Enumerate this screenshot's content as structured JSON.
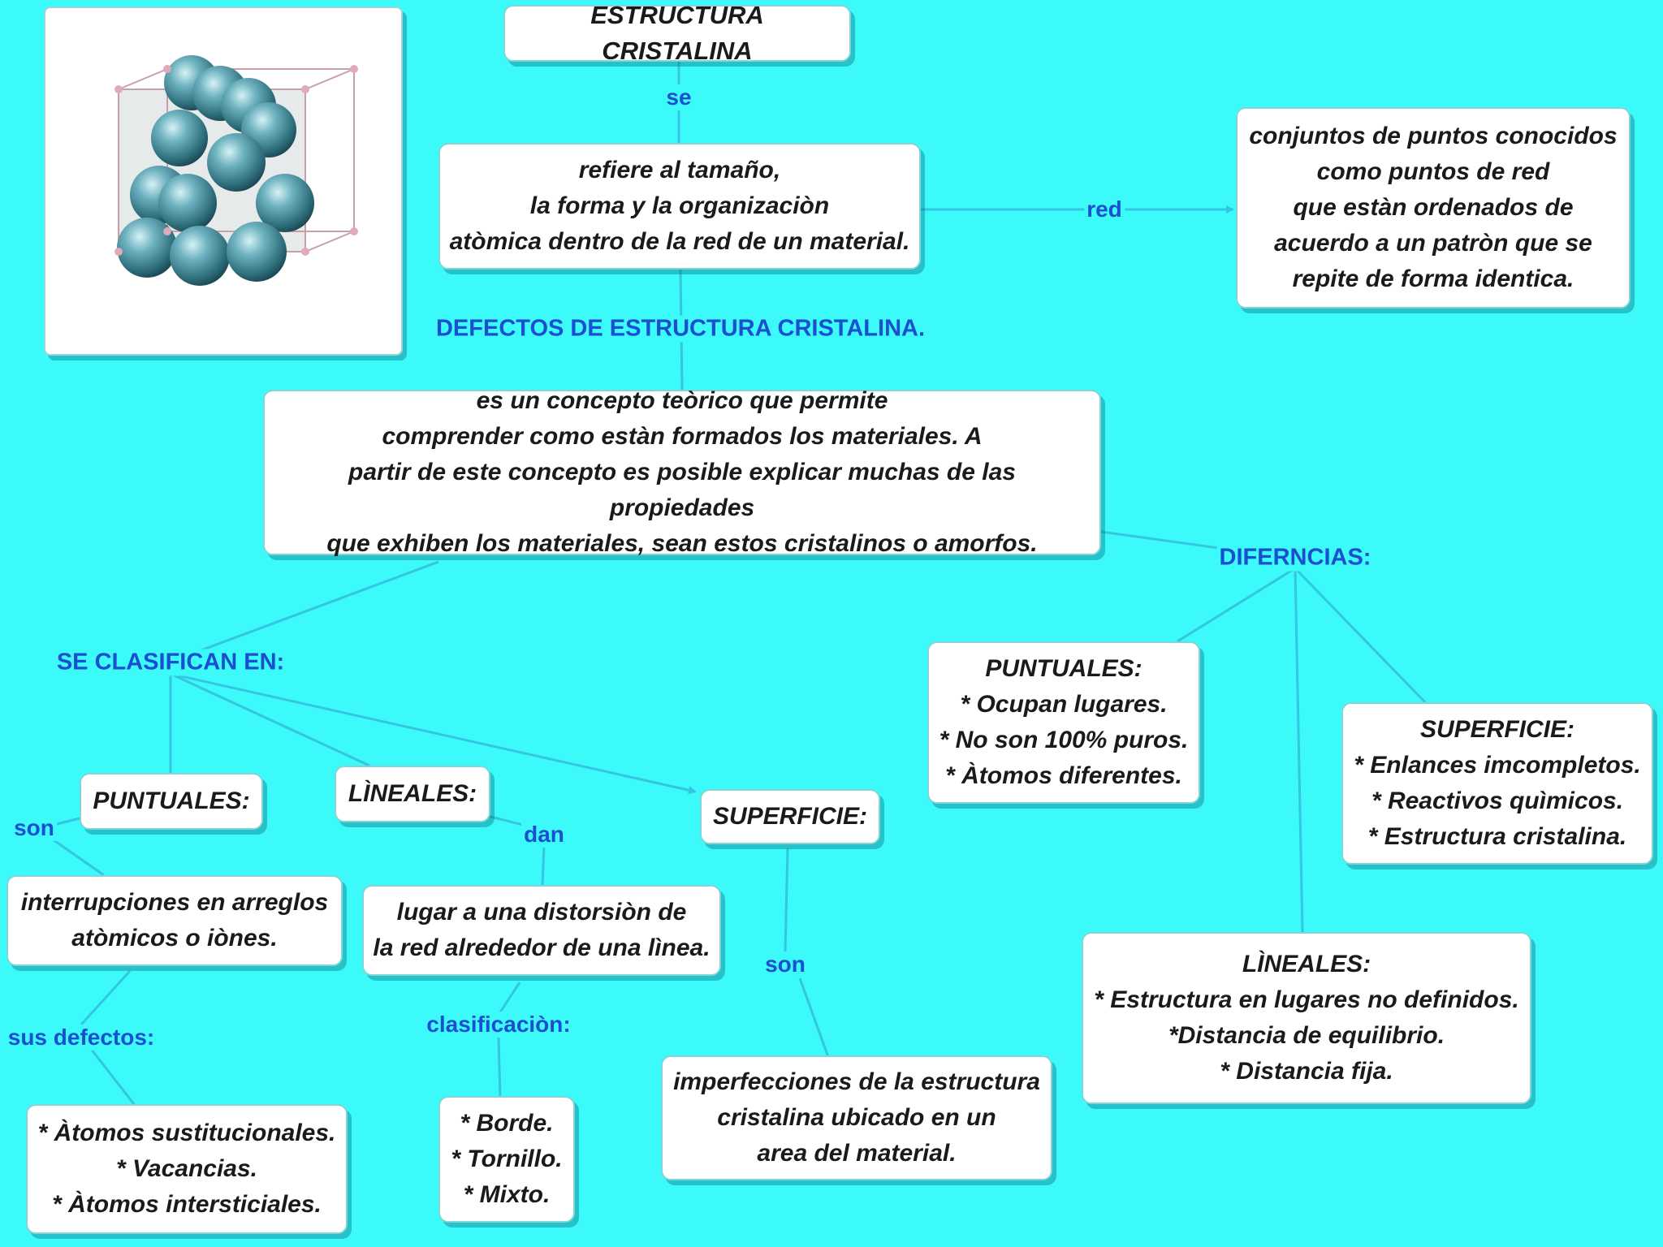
{
  "colors": {
    "background": "#3cfafa",
    "link_line": "#33c6e0",
    "label_text": "#1a4fd0",
    "box_fill": "#ffffff",
    "sphere": "#4f95a3"
  },
  "image": {
    "icon": "crystal-lattice-icon"
  },
  "nodes": {
    "title": "ESTRUCTURA CRISTALINA",
    "refiere": "refiere al tamaño,\nla forma y la organizaciòn\natòmica dentro de la red de un material.",
    "red_def": "conjuntos de puntos conocidos\ncomo puntos de red\nque estàn ordenados de\nacuerdo a un patròn que se\nrepite de forma identica.",
    "concepto": "es un concepto teòrico que permite\ncomprender como estàn formados los materiales. A\npartir de este concepto es posible explicar muchas de las propiedades\nque exhiben los materiales, sean estos cristalinos o amorfos.",
    "puntuales": "PUNTUALES:",
    "lineales": "LÌNEALES:",
    "superficie": "SUPERFICIE:",
    "interrupciones": "interrupciones en arreglos\natòmicos o iònes.",
    "lugar": "lugar a una distorsiòn de\nla red alrededor de una lìnea.",
    "imperfecciones": "imperfecciones de la estructura\ncristalina ubicado en un\narea del material.",
    "atomos": "* Àtomos sustitucionales.\n* Vacancias.\n* Àtomos intersticiales.",
    "borde": "* Borde.\n* Tornillo.\n* Mixto.",
    "dif_puntuales": "PUNTUALES:\n* Ocupan lugares.\n* No son 100% puros.\n* Àtomos diferentes.",
    "dif_superficie": "SUPERFICIE:\n* Enlances imcompletos.\n* Reactivos quìmicos.\n* Estructura cristalina.",
    "dif_lineales": "LÌNEALES:\n* Estructura en lugares no definidos.\n*Distancia de equilibrio.\n* Distancia fija."
  },
  "labels": {
    "se": "se",
    "red": "red",
    "defectos": "DEFECTOS DE ESTRUCTURA CRISTALINA.",
    "diferencias": "DIFERNCIAS:",
    "clasifican": "SE CLASIFICAN EN:",
    "son_left": "son",
    "dan": "dan",
    "son_mid": "son",
    "sus_defectos": "sus defectos:",
    "clasificacion": "clasificaciòn:"
  }
}
